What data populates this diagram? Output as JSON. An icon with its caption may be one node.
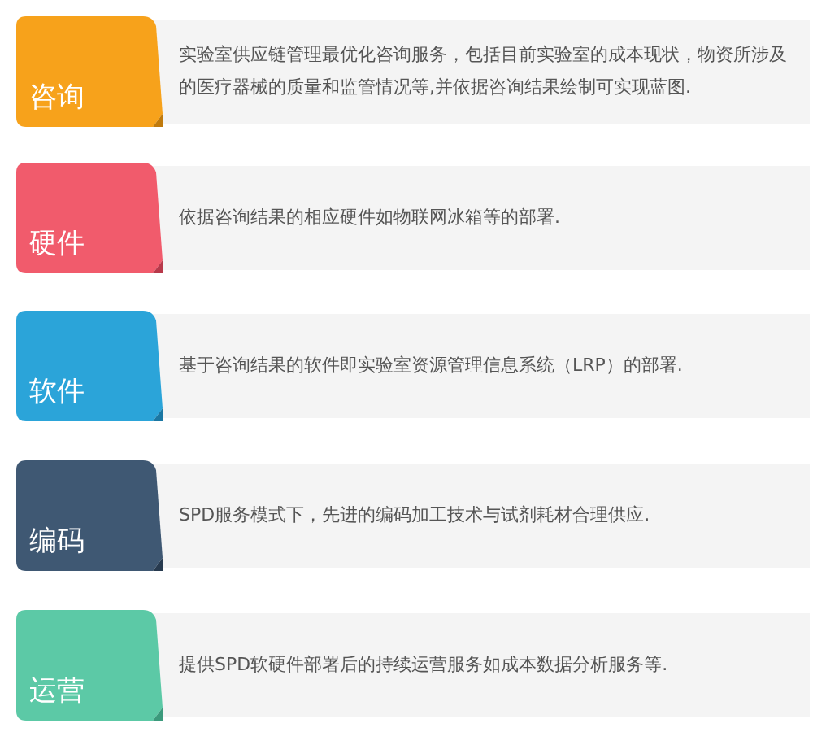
{
  "diagram": {
    "nodes": [
      {
        "text": [
          "咨询"
        ]
      },
      {
        "text": [
          "实验室供应链管理最优化咨询服务，包括目前实验室的成本现状，物资所涉及的医疗器械的质量和监管情况等,并依据咨询结果绘制可实现蓝图."
        ]
      },
      {
        "text": [
          "硬件"
        ]
      },
      {
        "text": [
          "依据咨询结果的相应硬件如物联网冰箱等的部署."
        ]
      },
      {
        "text": [
          "软件"
        ]
      },
      {
        "text": [
          "基于咨询结果的软件即实验室资源管理信息系统（LRP）的部署."
        ]
      },
      {
        "text": [
          "编码"
        ]
      },
      {
        "text": [
          "SPD服务模式下，先进的编码加工技术与试剂耗材合理供应."
        ]
      },
      {
        "text": [
          "运营"
        ]
      },
      {
        "text": [
          "提供SPD软硬件部署后的持续运营服务如成本数据分析服务等."
        ]
      }
    ]
  }
}
